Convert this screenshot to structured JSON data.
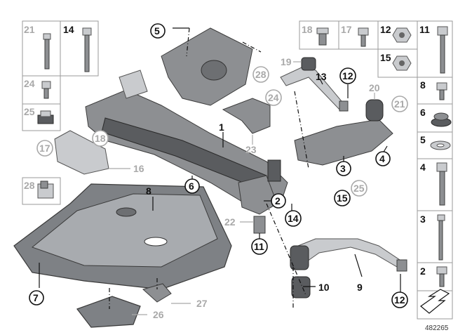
{
  "diagram": {
    "document_number": "482265",
    "main_labels": [
      {
        "id": "1",
        "text": "1"
      },
      {
        "id": "2",
        "text": "2"
      },
      {
        "id": "3",
        "text": "3"
      },
      {
        "id": "4",
        "text": "4"
      },
      {
        "id": "5",
        "text": "5"
      },
      {
        "id": "6",
        "text": "6"
      },
      {
        "id": "7",
        "text": "7"
      },
      {
        "id": "8",
        "text": "8"
      },
      {
        "id": "9",
        "text": "9"
      },
      {
        "id": "10",
        "text": "10"
      },
      {
        "id": "11",
        "text": "11"
      },
      {
        "id": "12a",
        "text": "12"
      },
      {
        "id": "12b",
        "text": "12"
      },
      {
        "id": "13",
        "text": "13"
      },
      {
        "id": "14",
        "text": "14"
      },
      {
        "id": "15",
        "text": "15"
      },
      {
        "id": "16",
        "text": "16"
      },
      {
        "id": "17",
        "text": "17"
      },
      {
        "id": "18",
        "text": "18"
      },
      {
        "id": "19",
        "text": "19"
      },
      {
        "id": "20",
        "text": "20"
      },
      {
        "id": "21",
        "text": "21"
      },
      {
        "id": "22",
        "text": "22"
      },
      {
        "id": "23",
        "text": "23"
      },
      {
        "id": "24",
        "text": "24"
      },
      {
        "id": "25",
        "text": "25"
      },
      {
        "id": "26",
        "text": "26"
      },
      {
        "id": "27",
        "text": "27"
      },
      {
        "id": "28",
        "text": "28"
      }
    ],
    "left_panel_labels": [
      "21",
      "14",
      "24",
      "25",
      "28"
    ],
    "right_panel_labels": [
      "18",
      "17",
      "12",
      "11",
      "15",
      "8",
      "6",
      "5",
      "4",
      "3",
      "2"
    ]
  }
}
